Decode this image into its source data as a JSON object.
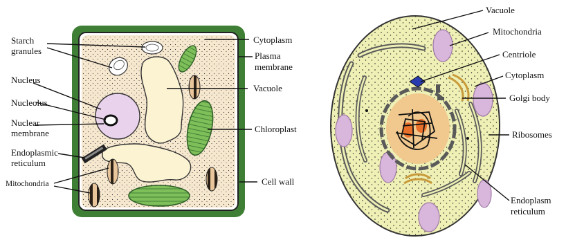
{
  "plant_cell": {
    "labels": {
      "starch_granules": [
        "Starch",
        "granules"
      ],
      "nucleus": "Nucleus",
      "nucleolus": "Nucleolus",
      "nuclear_membrane": [
        "Nuclear",
        "membrane"
      ],
      "endoplasmic_reticulum": [
        "Endoplasmic",
        "reticulum"
      ],
      "mitochondria": "Mitochondria",
      "cytoplasm": "Cytoplasm",
      "plasma_membrane": [
        "Plasma",
        "membrane"
      ],
      "vacuole": "Vacuole",
      "chloroplast": "Chloroplast",
      "cell_wall": "Cell wall"
    }
  },
  "animal_cell": {
    "labels": {
      "vacuole": "Vacuole",
      "mitochondria": "Mitochondria",
      "centriole": "Centriole",
      "cytoplasm": "Cytoplasm",
      "golgi_body": "Golgi body",
      "ribosomes": "Ribosomes",
      "endoplasm_reticulum": [
        "Endoplasm",
        "reticulum"
      ]
    }
  },
  "colors": {
    "cell_wall": "#3f7f35",
    "plant_cytoplasm": "#f6e7cf",
    "vacuole": "#fbf3d2",
    "nucleus": "#e9d2ec",
    "chloroplast": "#7fbf5a",
    "animal_cytoplasm": "#eef0b5",
    "mitochondria_animal": "#d9b7dc",
    "nucleus_animal": "#f1c98e",
    "er_animal": "#5a5a5a"
  }
}
